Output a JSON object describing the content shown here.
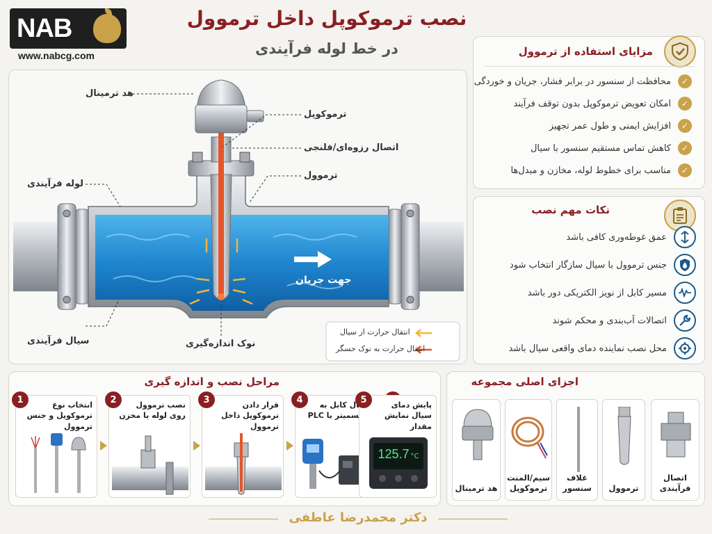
{
  "header": {
    "logo_text": "NAB",
    "website": "www.nabcg.com",
    "title": "نصب ترموکوپل داخل ترموول",
    "subtitle": "در خط لوله فرآیندی"
  },
  "diagram": {
    "callouts": {
      "terminal_head": "هد ترمینال",
      "thermocouple": "ترموکوپل",
      "connection": "اتصال رزوه‌ای/فلنجی",
      "thermowell": "ترموول",
      "process_pipe": "لوله فرآیندی",
      "process_fluid": "سیال فرآیندی",
      "measuring_tip": "نوک اندازه‌گیری"
    },
    "flow_label": "جهت جریان",
    "legend": [
      {
        "label": "انتقال حرارت از سیال",
        "color": "#f2b632"
      },
      {
        "label": "انتقال حرارت به نوک حسگر",
        "color": "#e4562a"
      }
    ]
  },
  "benefits": {
    "title": "مزایای استفاده از ترموول",
    "items": [
      "محافظت از سنسور در برابر فشار، جریان و خوردگی",
      "امکان تعویض ترموکوپل بدون توقف فرآیند",
      "افزایش ایمنی و طول عمر تجهیز",
      "کاهش تماس مستقیم سنسور با سیال",
      "مناسب برای خطوط لوله، مخازن و مبدل‌ها"
    ]
  },
  "tips": {
    "title": "نکات مهم نصب",
    "items": [
      {
        "text": "عمق غوطه‌وری کافی باشد",
        "icon": "depth-arrows-icon"
      },
      {
        "text": "جنس ترموول با سیال سازگار انتخاب شود",
        "icon": "shield-drop-icon"
      },
      {
        "text": "مسیر کابل از نویز الکتریکی دور باشد",
        "icon": "signal-wave-icon"
      },
      {
        "text": "اتصالات آب‌بندی و محکم شوند",
        "icon": "wrench-icon"
      },
      {
        "text": "محل نصب نماینده دمای واقعی سیال باشد",
        "icon": "target-icon"
      }
    ]
  },
  "steps": {
    "title": "مراحل نصب و اندازه گیری",
    "items": [
      {
        "num": "1",
        "text": "انتخاب نوع ترموکوپل و جنس ترموول"
      },
      {
        "num": "2",
        "text": "نصب ترموول روی لوله یا مخزن"
      },
      {
        "num": "3",
        "text": "قرار دادن ترموکوپل داخل ترموول"
      },
      {
        "num": "4",
        "text": "اتصال کابل به ترانسمیتر یا PLC"
      },
      {
        "num": "5",
        "text": "پایش دمای سیال نمایش مقدار"
      }
    ],
    "display_value": "125.7",
    "display_unit": "°C"
  },
  "components": {
    "title": "اجزای اصلی مجموعه",
    "items": [
      {
        "label": "اتصال فرآیندی"
      },
      {
        "label": "ترموول"
      },
      {
        "label": "غلاف سنسور"
      },
      {
        "label": "سیم/المنت ترموکوپل"
      },
      {
        "label": "هد ترمینال"
      }
    ]
  },
  "footer": {
    "signature": "دکتر محمدرضا عاطفی"
  }
}
